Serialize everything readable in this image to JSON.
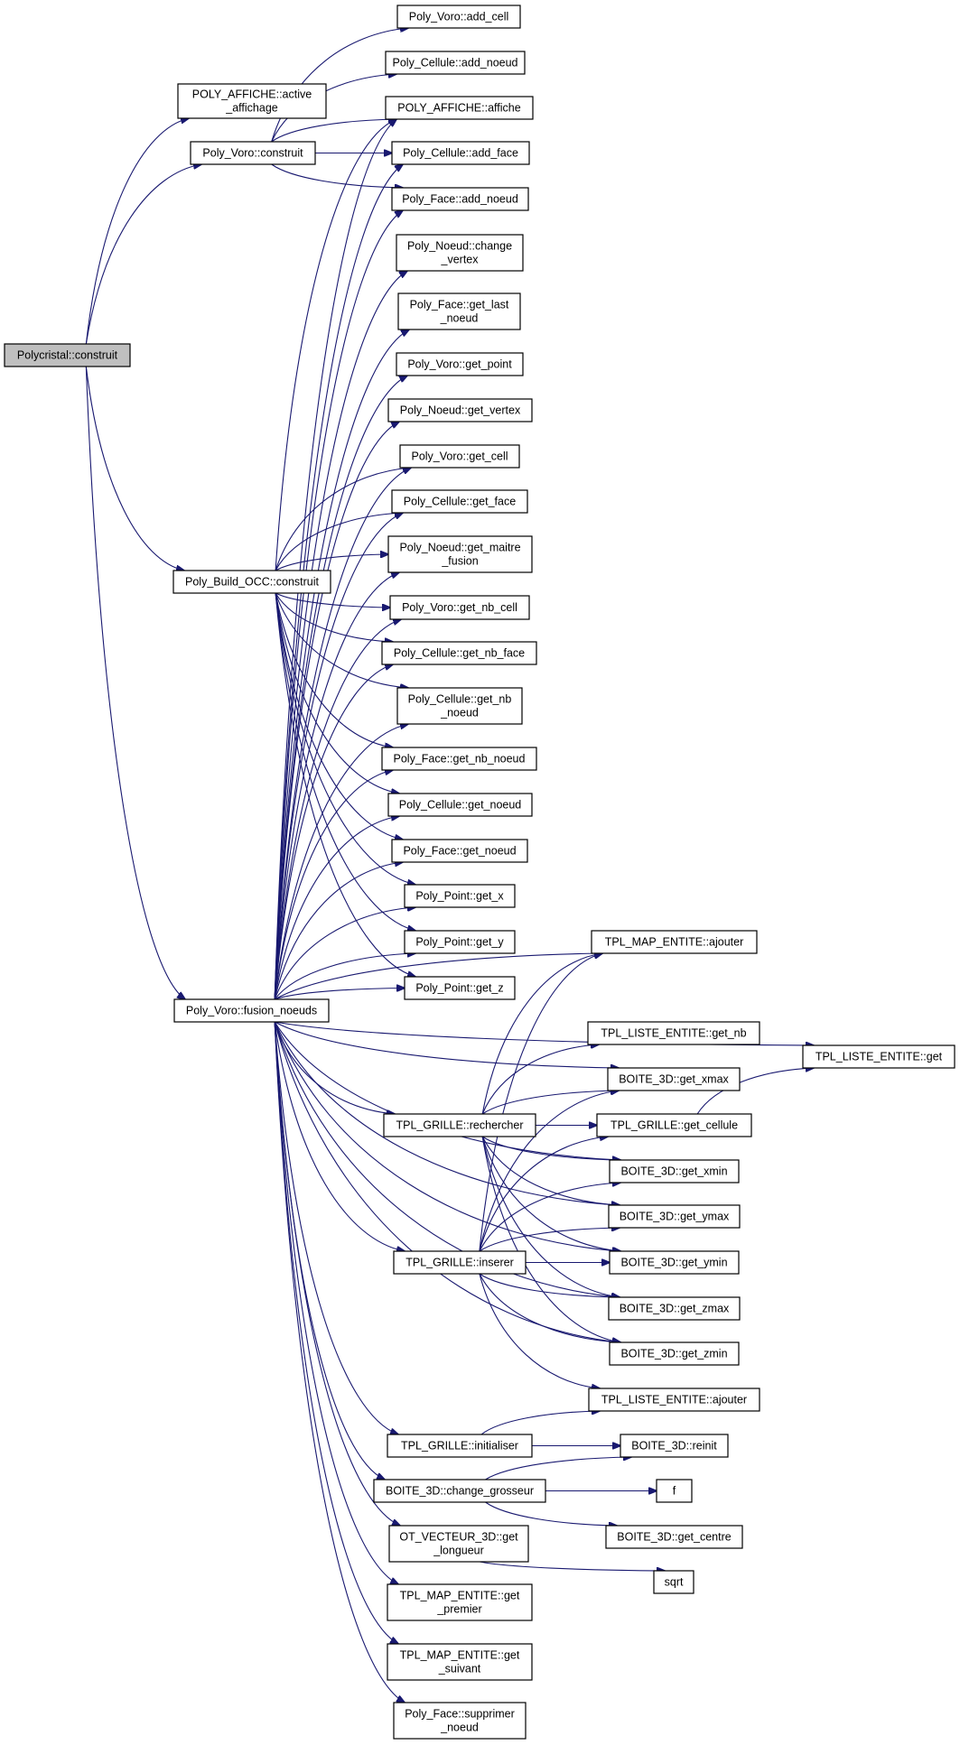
{
  "diagram": {
    "type": "call-graph",
    "root": "polycristal_construit",
    "colors": {
      "edge": "#191970",
      "root_fill": "#bfbfbf",
      "node_fill": "#ffffff",
      "border": "#000000"
    },
    "nodes": [
      {
        "id": "polycristal_construit",
        "lines": [
          "Polycristal::construit"
        ]
      },
      {
        "id": "poly_affiche_active_affichage",
        "lines": [
          "POLY_AFFICHE::active",
          "_affichage"
        ]
      },
      {
        "id": "poly_voro_construit",
        "lines": [
          "Poly_Voro::construit"
        ]
      },
      {
        "id": "poly_build_occ_construit",
        "lines": [
          "Poly_Build_OCC::construit"
        ]
      },
      {
        "id": "poly_voro_fusion_noeuds",
        "lines": [
          "Poly_Voro::fusion_noeuds"
        ]
      },
      {
        "id": "poly_voro_add_cell",
        "lines": [
          "Poly_Voro::add_cell"
        ]
      },
      {
        "id": "poly_cellule_add_noeud",
        "lines": [
          "Poly_Cellule::add_noeud"
        ]
      },
      {
        "id": "poly_affiche_affiche",
        "lines": [
          "POLY_AFFICHE::affiche"
        ]
      },
      {
        "id": "poly_cellule_add_face",
        "lines": [
          "Poly_Cellule::add_face"
        ]
      },
      {
        "id": "poly_face_add_noeud",
        "lines": [
          "Poly_Face::add_noeud"
        ]
      },
      {
        "id": "poly_noeud_change_vertex",
        "lines": [
          "Poly_Noeud::change",
          "_vertex"
        ]
      },
      {
        "id": "poly_face_get_last_noeud",
        "lines": [
          "Poly_Face::get_last",
          "_noeud"
        ]
      },
      {
        "id": "poly_voro_get_point",
        "lines": [
          "Poly_Voro::get_point"
        ]
      },
      {
        "id": "poly_noeud_get_vertex",
        "lines": [
          "Poly_Noeud::get_vertex"
        ]
      },
      {
        "id": "poly_voro_get_cell",
        "lines": [
          "Poly_Voro::get_cell"
        ]
      },
      {
        "id": "poly_cellule_get_face",
        "lines": [
          "Poly_Cellule::get_face"
        ]
      },
      {
        "id": "poly_noeud_get_maitre_fusion",
        "lines": [
          "Poly_Noeud::get_maitre",
          "_fusion"
        ]
      },
      {
        "id": "poly_voro_get_nb_cell",
        "lines": [
          "Poly_Voro::get_nb_cell"
        ]
      },
      {
        "id": "poly_cellule_get_nb_face",
        "lines": [
          "Poly_Cellule::get_nb_face"
        ]
      },
      {
        "id": "poly_cellule_get_nb_noeud",
        "lines": [
          "Poly_Cellule::get_nb",
          "_noeud"
        ]
      },
      {
        "id": "poly_face_get_nb_noeud",
        "lines": [
          "Poly_Face::get_nb_noeud"
        ]
      },
      {
        "id": "poly_cellule_get_noeud",
        "lines": [
          "Poly_Cellule::get_noeud"
        ]
      },
      {
        "id": "poly_face_get_noeud",
        "lines": [
          "Poly_Face::get_noeud"
        ]
      },
      {
        "id": "poly_point_get_x",
        "lines": [
          "Poly_Point::get_x"
        ]
      },
      {
        "id": "poly_point_get_y",
        "lines": [
          "Poly_Point::get_y"
        ]
      },
      {
        "id": "poly_point_get_z",
        "lines": [
          "Poly_Point::get_z"
        ]
      },
      {
        "id": "tpl_map_entite_ajouter",
        "lines": [
          "TPL_MAP_ENTITE::ajouter"
        ]
      },
      {
        "id": "tpl_liste_entite_get_nb",
        "lines": [
          "TPL_LISTE_ENTITE::get_nb"
        ]
      },
      {
        "id": "tpl_liste_entite_get",
        "lines": [
          "TPL_LISTE_ENTITE::get"
        ]
      },
      {
        "id": "boite_3d_get_xmax",
        "lines": [
          "BOITE_3D::get_xmax"
        ]
      },
      {
        "id": "tpl_grille_rechercher",
        "lines": [
          "TPL_GRILLE::rechercher"
        ]
      },
      {
        "id": "tpl_grille_get_cellule",
        "lines": [
          "TPL_GRILLE::get_cellule"
        ]
      },
      {
        "id": "boite_3d_get_xmin",
        "lines": [
          "BOITE_3D::get_xmin"
        ]
      },
      {
        "id": "boite_3d_get_ymax",
        "lines": [
          "BOITE_3D::get_ymax"
        ]
      },
      {
        "id": "tpl_grille_inserer",
        "lines": [
          "TPL_GRILLE::inserer"
        ]
      },
      {
        "id": "boite_3d_get_ymin",
        "lines": [
          "BOITE_3D::get_ymin"
        ]
      },
      {
        "id": "boite_3d_get_zmax",
        "lines": [
          "BOITE_3D::get_zmax"
        ]
      },
      {
        "id": "boite_3d_get_zmin",
        "lines": [
          "BOITE_3D::get_zmin"
        ]
      },
      {
        "id": "tpl_liste_entite_ajouter",
        "lines": [
          "TPL_LISTE_ENTITE::ajouter"
        ]
      },
      {
        "id": "tpl_grille_initialiser",
        "lines": [
          "TPL_GRILLE::initialiser"
        ]
      },
      {
        "id": "boite_3d_reinit",
        "lines": [
          "BOITE_3D::reinit"
        ]
      },
      {
        "id": "boite_3d_change_grosseur",
        "lines": [
          "BOITE_3D::change_grosseur"
        ]
      },
      {
        "id": "f",
        "lines": [
          "f"
        ]
      },
      {
        "id": "boite_3d_get_centre",
        "lines": [
          "BOITE_3D::get_centre"
        ]
      },
      {
        "id": "ot_vecteur_3d_get_longueur",
        "lines": [
          "OT_VECTEUR_3D::get",
          "_longueur"
        ]
      },
      {
        "id": "sqrt",
        "lines": [
          "sqrt"
        ]
      },
      {
        "id": "tpl_map_entite_get_premier",
        "lines": [
          "TPL_MAP_ENTITE::get",
          "_premier"
        ]
      },
      {
        "id": "tpl_map_entite_get_suivant",
        "lines": [
          "TPL_MAP_ENTITE::get",
          "_suivant"
        ]
      },
      {
        "id": "poly_face_supprimer_noeud",
        "lines": [
          "Poly_Face::supprimer",
          "_noeud"
        ]
      }
    ],
    "edges": [
      [
        "polycristal_construit",
        "poly_affiche_active_affichage"
      ],
      [
        "polycristal_construit",
        "poly_voro_construit"
      ],
      [
        "polycristal_construit",
        "poly_build_occ_construit"
      ],
      [
        "polycristal_construit",
        "poly_voro_fusion_noeuds"
      ],
      [
        "poly_voro_construit",
        "poly_voro_add_cell"
      ],
      [
        "poly_voro_construit",
        "poly_cellule_add_noeud"
      ],
      [
        "poly_voro_construit",
        "poly_affiche_affiche"
      ],
      [
        "poly_voro_construit",
        "poly_cellule_add_face"
      ],
      [
        "poly_voro_construit",
        "poly_face_add_noeud"
      ],
      [
        "poly_build_occ_construit",
        "poly_affiche_affiche"
      ],
      [
        "poly_build_occ_construit",
        "poly_voro_get_cell"
      ],
      [
        "poly_build_occ_construit",
        "poly_cellule_get_face"
      ],
      [
        "poly_build_occ_construit",
        "poly_noeud_get_maitre_fusion"
      ],
      [
        "poly_build_occ_construit",
        "poly_voro_get_nb_cell"
      ],
      [
        "poly_build_occ_construit",
        "poly_cellule_get_nb_face"
      ],
      [
        "poly_build_occ_construit",
        "poly_cellule_get_nb_noeud"
      ],
      [
        "poly_build_occ_construit",
        "poly_face_get_nb_noeud"
      ],
      [
        "poly_build_occ_construit",
        "poly_cellule_get_noeud"
      ],
      [
        "poly_build_occ_construit",
        "poly_face_get_noeud"
      ],
      [
        "poly_build_occ_construit",
        "poly_point_get_x"
      ],
      [
        "poly_build_occ_construit",
        "poly_point_get_y"
      ],
      [
        "poly_build_occ_construit",
        "poly_point_get_z"
      ],
      [
        "poly_voro_fusion_noeuds",
        "poly_affiche_affiche"
      ],
      [
        "poly_voro_fusion_noeuds",
        "poly_cellule_add_face"
      ],
      [
        "poly_voro_fusion_noeuds",
        "poly_face_add_noeud"
      ],
      [
        "poly_voro_fusion_noeuds",
        "poly_noeud_change_vertex"
      ],
      [
        "poly_voro_fusion_noeuds",
        "poly_face_get_last_noeud"
      ],
      [
        "poly_voro_fusion_noeuds",
        "poly_voro_get_point"
      ],
      [
        "poly_voro_fusion_noeuds",
        "poly_noeud_get_vertex"
      ],
      [
        "poly_voro_fusion_noeuds",
        "poly_voro_get_cell"
      ],
      [
        "poly_voro_fusion_noeuds",
        "poly_cellule_get_face"
      ],
      [
        "poly_voro_fusion_noeuds",
        "poly_noeud_get_maitre_fusion"
      ],
      [
        "poly_voro_fusion_noeuds",
        "poly_voro_get_nb_cell"
      ],
      [
        "poly_voro_fusion_noeuds",
        "poly_cellule_get_nb_face"
      ],
      [
        "poly_voro_fusion_noeuds",
        "poly_cellule_get_nb_noeud"
      ],
      [
        "poly_voro_fusion_noeuds",
        "poly_face_get_nb_noeud"
      ],
      [
        "poly_voro_fusion_noeuds",
        "poly_cellule_get_noeud"
      ],
      [
        "poly_voro_fusion_noeuds",
        "poly_face_get_noeud"
      ],
      [
        "poly_voro_fusion_noeuds",
        "poly_point_get_x"
      ],
      [
        "poly_voro_fusion_noeuds",
        "poly_point_get_y"
      ],
      [
        "poly_voro_fusion_noeuds",
        "poly_point_get_z"
      ],
      [
        "poly_voro_fusion_noeuds",
        "tpl_map_entite_ajouter"
      ],
      [
        "poly_voro_fusion_noeuds",
        "tpl_liste_entite_get"
      ],
      [
        "poly_voro_fusion_noeuds",
        "boite_3d_get_xmax"
      ],
      [
        "poly_voro_fusion_noeuds",
        "tpl_grille_rechercher"
      ],
      [
        "poly_voro_fusion_noeuds",
        "boite_3d_get_xmin"
      ],
      [
        "poly_voro_fusion_noeuds",
        "boite_3d_get_ymax"
      ],
      [
        "poly_voro_fusion_noeuds",
        "tpl_grille_inserer"
      ],
      [
        "poly_voro_fusion_noeuds",
        "boite_3d_get_ymin"
      ],
      [
        "poly_voro_fusion_noeuds",
        "boite_3d_get_zmax"
      ],
      [
        "poly_voro_fusion_noeuds",
        "boite_3d_get_zmin"
      ],
      [
        "poly_voro_fusion_noeuds",
        "tpl_grille_initialiser"
      ],
      [
        "poly_voro_fusion_noeuds",
        "boite_3d_change_grosseur"
      ],
      [
        "poly_voro_fusion_noeuds",
        "ot_vecteur_3d_get_longueur"
      ],
      [
        "poly_voro_fusion_noeuds",
        "tpl_map_entite_get_premier"
      ],
      [
        "poly_voro_fusion_noeuds",
        "tpl_map_entite_get_suivant"
      ],
      [
        "poly_voro_fusion_noeuds",
        "poly_face_supprimer_noeud"
      ],
      [
        "tpl_grille_rechercher",
        "tpl_map_entite_ajouter"
      ],
      [
        "tpl_grille_rechercher",
        "tpl_liste_entite_get_nb"
      ],
      [
        "tpl_grille_rechercher",
        "boite_3d_get_xmax"
      ],
      [
        "tpl_grille_rechercher",
        "tpl_grille_get_cellule"
      ],
      [
        "tpl_grille_rechercher",
        "boite_3d_get_xmin"
      ],
      [
        "tpl_grille_rechercher",
        "boite_3d_get_ymax"
      ],
      [
        "tpl_grille_rechercher",
        "boite_3d_get_ymin"
      ],
      [
        "tpl_grille_rechercher",
        "boite_3d_get_zmax"
      ],
      [
        "tpl_grille_rechercher",
        "boite_3d_get_zmin"
      ],
      [
        "tpl_grille_get_cellule",
        "tpl_liste_entite_get"
      ],
      [
        "tpl_grille_inserer",
        "tpl_map_entite_ajouter"
      ],
      [
        "tpl_grille_inserer",
        "boite_3d_get_xmax"
      ],
      [
        "tpl_grille_inserer",
        "tpl_grille_get_cellule"
      ],
      [
        "tpl_grille_inserer",
        "boite_3d_get_xmin"
      ],
      [
        "tpl_grille_inserer",
        "boite_3d_get_ymax"
      ],
      [
        "tpl_grille_inserer",
        "boite_3d_get_ymin"
      ],
      [
        "tpl_grille_inserer",
        "boite_3d_get_zmax"
      ],
      [
        "tpl_grille_inserer",
        "boite_3d_get_zmin"
      ],
      [
        "tpl_grille_inserer",
        "tpl_liste_entite_ajouter"
      ],
      [
        "tpl_grille_initialiser",
        "tpl_liste_entite_ajouter"
      ],
      [
        "tpl_grille_initialiser",
        "boite_3d_reinit"
      ],
      [
        "boite_3d_change_grosseur",
        "boite_3d_reinit"
      ],
      [
        "boite_3d_change_grosseur",
        "f"
      ],
      [
        "boite_3d_change_grosseur",
        "boite_3d_get_centre"
      ],
      [
        "ot_vecteur_3d_get_longueur",
        "sqrt"
      ]
    ]
  }
}
